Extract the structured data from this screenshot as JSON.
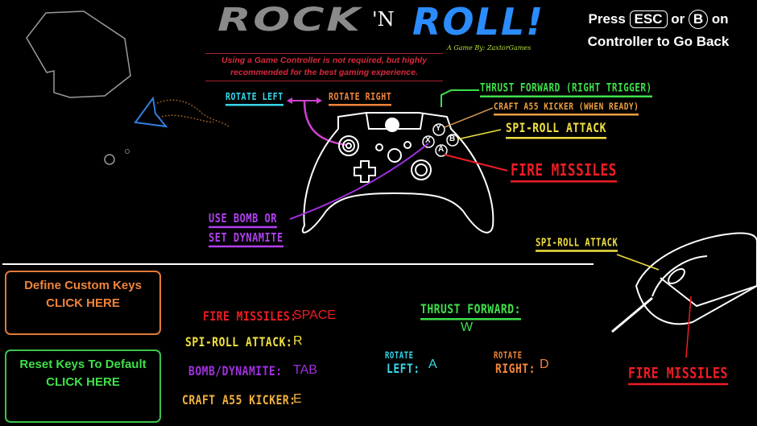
{
  "header": {
    "title_part1": "ROCK",
    "title_part2": "'N",
    "title_part3": "ROLL!",
    "byline": "A Game By: ZaxtorGames",
    "notice": "Using a Game Controller is not required, but highly recommended for the best gaming experience."
  },
  "back_hint": {
    "press": "Press",
    "esc_key": "ESC",
    "or": "or",
    "b_button": "B",
    "on": "on",
    "line2": "Controller to Go Back"
  },
  "controller_labels": {
    "rotate_left": "Rotate Left",
    "rotate_right": "Rotate Right",
    "thrust_forward": "Thrust Forward (Right Trigger)",
    "craft_kicker": "Craft A55 Kicker (When Ready)",
    "spi_roll": "Spi-Roll Attack",
    "fire_missiles": "Fire Missiles",
    "bomb_line1": "Use Bomb or",
    "bomb_line2": "Set Dynamite",
    "face_buttons": {
      "y": "Y",
      "x": "X",
      "b": "B",
      "a": "A"
    }
  },
  "mouse_labels": {
    "spi_roll": "Spi-Roll Attack",
    "fire_missiles": "Fire Missiles"
  },
  "buttons": {
    "define_line1": "Define Custom Keys",
    "define_line2": "CLICK HERE",
    "reset_line1": "Reset Keys To Default",
    "reset_line2": "CLICK HERE"
  },
  "keyboard_map": {
    "fire_label": "Fire Missiles:",
    "fire_key": "SPACE",
    "spi_label": "Spi-Roll Attack:",
    "spi_key": "R",
    "bomb_label": "Bomb/Dynamite:",
    "bomb_key": "TAB",
    "craft_label": "Craft A55 Kicker:",
    "craft_key": "E",
    "thrust_label": "Thrust Forward:",
    "thrust_key": "W",
    "rotate_left_top": "Rotate",
    "rotate_left_bottom": "Left:",
    "rotate_left_key": "A",
    "rotate_right_top": "Rotate",
    "rotate_right_bottom": "Right:",
    "rotate_right_key": "D"
  },
  "colors": {
    "cyan": "#35d6e8",
    "orange": "#f0843a",
    "green": "#3ee04a",
    "gold": "#f0b040",
    "yellow": "#f0e040",
    "red": "#ee1c24",
    "purple": "#a030e0",
    "blue": "#2b8cff"
  }
}
